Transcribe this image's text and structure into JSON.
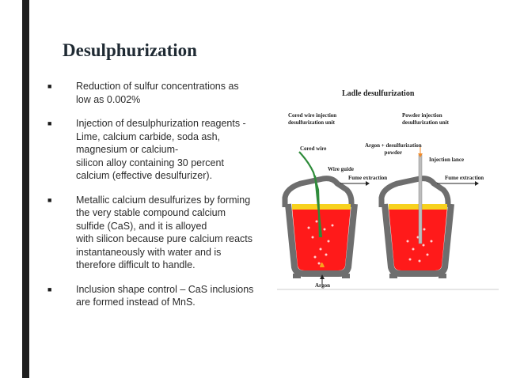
{
  "title": "Desulphurization",
  "bullets": [
    {
      "marker": "■",
      "text": "Reduction of sulfur concentrations as\nlow as 0.002%"
    },
    {
      "marker": "■",
      "text": "Injection of desulphurization reagents -\nLime, calcium carbide, soda ash,\nmagnesium or calcium-\nsilicon alloy containing 30 percent\ncalcium (effective desulfurizer)."
    },
    {
      "marker": "■",
      "text": "Metallic calcium desulfurizes by forming\nthe very stable compound calcium\nsulfide (CaS), and it is alloyed\nwith silicon because pure calcium reacts\ninstantaneously with water and is\ntherefore difficult to handle."
    },
    {
      "marker": "■",
      "text": "Inclusion shape control – CaS inclusions\nare formed instead of MnS."
    }
  ],
  "figure": {
    "title": "Ladle desulfurization",
    "left_unit": "Cored wire injection\ndesulfurization unit",
    "right_unit": "Powder injection\ndesulfurization unit",
    "cored_wire": "Cored wire",
    "wire_guide": "Wire guide",
    "fume_left": "Fume extraction",
    "argon_powder": "Argon + desulfurization\npowder",
    "injection_lance": "Injection lance",
    "fume_right": "Fume extraction",
    "argon": "Argon",
    "colors": {
      "steel": "#ff1a1a",
      "slag": "#f7d21e",
      "vessel": "#6e6e6e",
      "wire": "#2e8b3a"
    }
  }
}
